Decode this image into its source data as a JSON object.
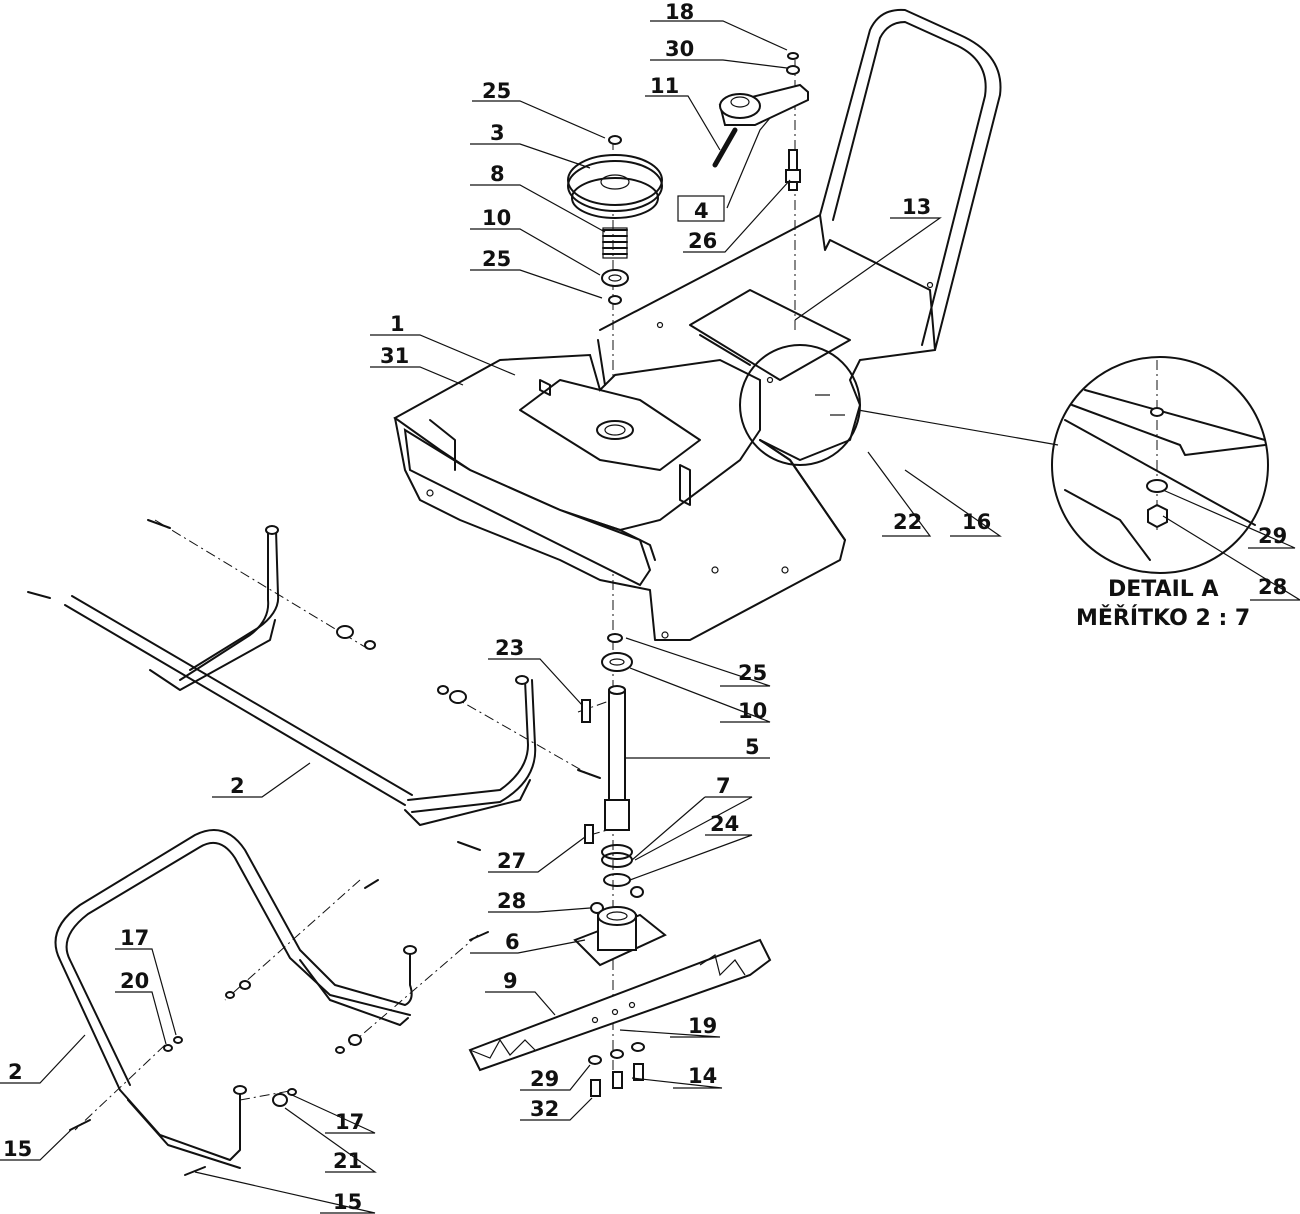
{
  "callouts": [
    {
      "id": "c18a",
      "text": "18"
    },
    {
      "id": "c30",
      "text": "30"
    },
    {
      "id": "c11",
      "text": "11"
    },
    {
      "id": "c25a",
      "text": "25"
    },
    {
      "id": "c3",
      "text": "3"
    },
    {
      "id": "c8",
      "text": "8"
    },
    {
      "id": "c10a",
      "text": "10"
    },
    {
      "id": "c25b",
      "text": "25"
    },
    {
      "id": "c4",
      "text": "4"
    },
    {
      "id": "c26",
      "text": "26"
    },
    {
      "id": "c13",
      "text": "13"
    },
    {
      "id": "c1",
      "text": "1"
    },
    {
      "id": "c31",
      "text": "31"
    },
    {
      "id": "c22",
      "text": "22"
    },
    {
      "id": "c16",
      "text": "16"
    },
    {
      "id": "c29a",
      "text": "29"
    },
    {
      "id": "c28a",
      "text": "28"
    },
    {
      "id": "c23",
      "text": "23"
    },
    {
      "id": "c25c",
      "text": "25"
    },
    {
      "id": "c10b",
      "text": "10"
    },
    {
      "id": "c5",
      "text": "5"
    },
    {
      "id": "c2a",
      "text": "2"
    },
    {
      "id": "c7",
      "text": "7"
    },
    {
      "id": "c24",
      "text": "24"
    },
    {
      "id": "c27",
      "text": "27"
    },
    {
      "id": "c28b",
      "text": "28"
    },
    {
      "id": "c6",
      "text": "6"
    },
    {
      "id": "c17a",
      "text": "17"
    },
    {
      "id": "c20",
      "text": "20"
    },
    {
      "id": "c9",
      "text": "9"
    },
    {
      "id": "c19",
      "text": "19"
    },
    {
      "id": "c2b",
      "text": "2"
    },
    {
      "id": "c29b",
      "text": "29"
    },
    {
      "id": "c14",
      "text": "14"
    },
    {
      "id": "c32",
      "text": "32"
    },
    {
      "id": "c15a",
      "text": "15"
    },
    {
      "id": "c17b",
      "text": "17"
    },
    {
      "id": "c21",
      "text": "21"
    },
    {
      "id": "c15b",
      "text": "15"
    }
  ],
  "detail": {
    "title": "DETAIL A",
    "scale": "MĚŘÍTKO 2 : 7"
  }
}
